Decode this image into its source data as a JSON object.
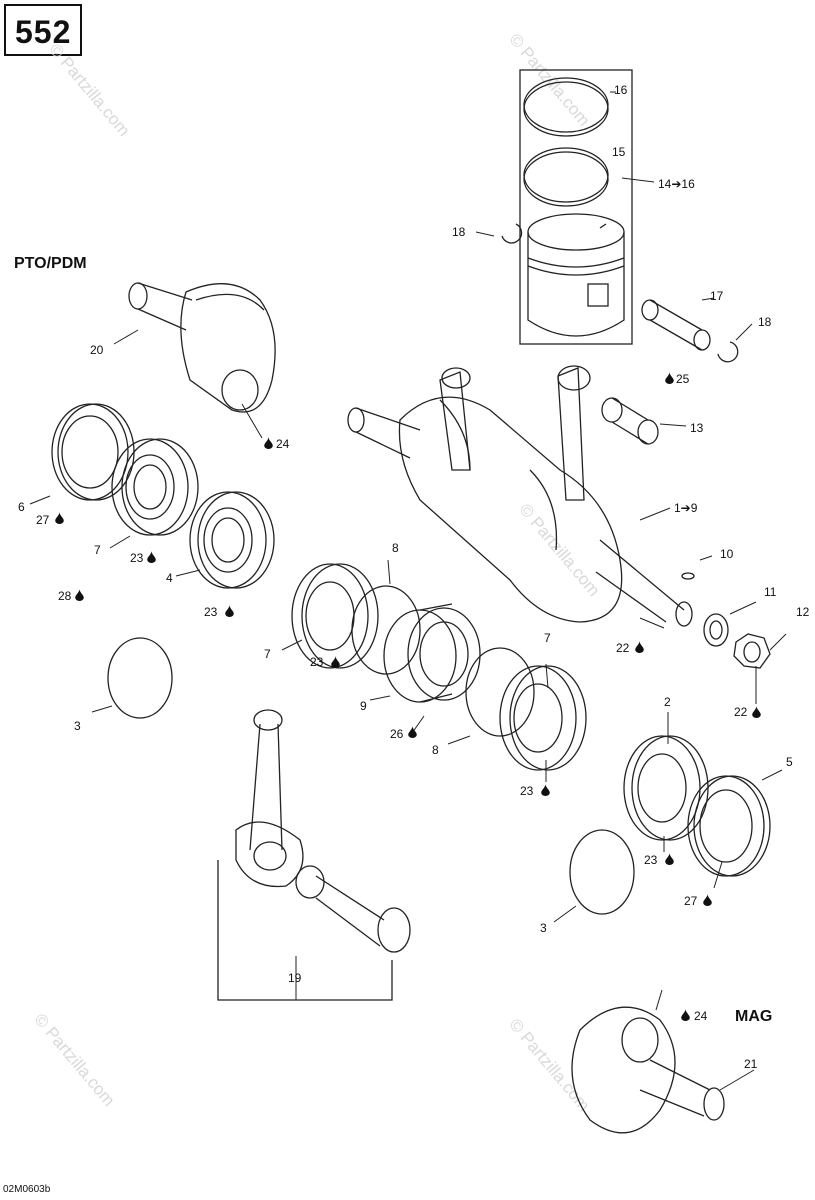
{
  "page_number": "552",
  "drawing_code": "02M0603b",
  "sections": {
    "pto": "PTO/PDM",
    "mag": "MAG"
  },
  "watermark": "© Partzilla.com",
  "callouts": {
    "c16": "16",
    "c15": "15",
    "c14": "14➔16",
    "c18a": "18",
    "c17": "17",
    "c18b": "18",
    "c25": "25",
    "c13": "13",
    "c20": "20",
    "c24a": "24",
    "c6": "6",
    "c27a": "27",
    "c7a": "7",
    "c23a": "23",
    "c4": "4",
    "c23b": "23",
    "c28": "28",
    "c1": "1➔9",
    "c10": "10",
    "c11": "11",
    "c12": "12",
    "c22a": "22",
    "c22b": "22",
    "c8a": "8",
    "c7b": "7",
    "c23c": "23",
    "c9": "9",
    "c26": "26",
    "c8b": "8",
    "c7c": "7",
    "c23d": "23",
    "c3a": "3",
    "c2": "2",
    "c5": "5",
    "c23e": "23",
    "c27b": "27",
    "c3b": "3",
    "c19": "19",
    "c24b": "24",
    "c21": "21"
  }
}
